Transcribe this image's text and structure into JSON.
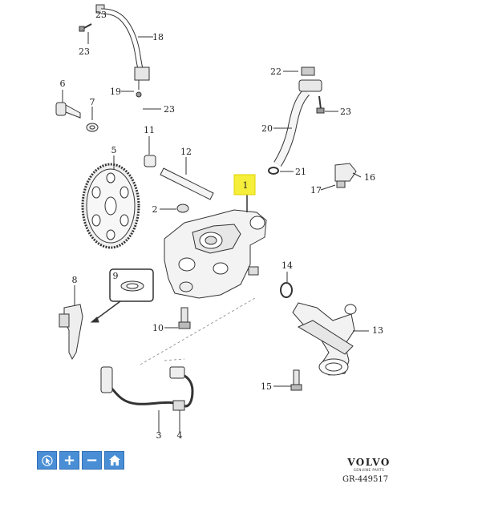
{
  "callouts": [
    "1",
    "2",
    "3",
    "4",
    "5",
    "6",
    "7",
    "8",
    "9",
    "10",
    "11",
    "12",
    "13",
    "14",
    "15",
    "16",
    "17",
    "18",
    "19",
    "20",
    "21",
    "22",
    "23",
    "23",
    "23",
    "23"
  ],
  "highlight_color": "#f5ee3a",
  "toolbar": {
    "buttons": [
      {
        "name": "cursor-icon"
      },
      {
        "name": "zoom-in-icon",
        "glyph": "+"
      },
      {
        "name": "zoom-out-icon",
        "glyph": "−"
      },
      {
        "name": "home-icon"
      }
    ],
    "color": "#4a8fd6"
  },
  "brand": {
    "name": "VOLVO",
    "subtitle": "GENUINE PARTS"
  },
  "diagram_code": "GR-449517"
}
